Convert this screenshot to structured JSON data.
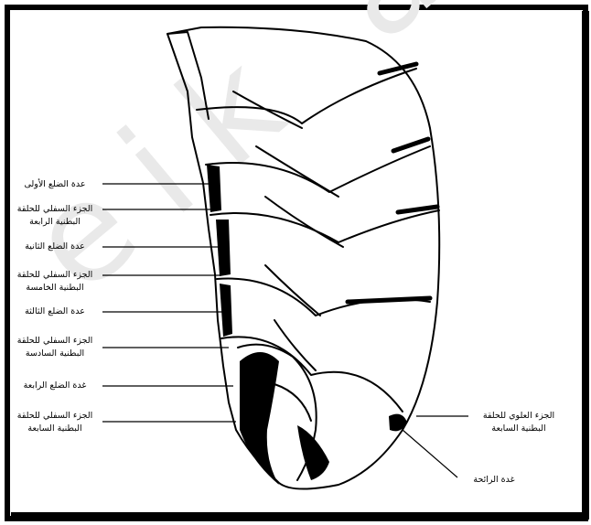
{
  "watermark": "eik a",
  "left_labels": [
    {
      "id": "first-rib-head",
      "lines": [
        "عدة الضلع الأولى"
      ]
    },
    {
      "id": "fourth-lumbar-lower-part",
      "lines": [
        "الجزء السفلي للحلقة",
        "البطنية الرابعة"
      ]
    },
    {
      "id": "second-rib-head",
      "lines": [
        "عدة الضلع الثانية"
      ]
    },
    {
      "id": "fifth-lumbar-lower-part",
      "lines": [
        "الجزء السفلي للحلقة",
        "البطنية الخامسة"
      ]
    },
    {
      "id": "third-rib-head",
      "lines": [
        "عدة الضلع الثالثة"
      ]
    },
    {
      "id": "sixth-lumbar-lower-part",
      "lines": [
        "الجزء السفلي للحلقة",
        "البطنية السادسة"
      ]
    },
    {
      "id": "fourth-rib-head",
      "lines": [
        "غدة الضلع الرابعة"
      ]
    },
    {
      "id": "seventh-lumbar-lower-part",
      "lines": [
        "الجزء السفلي للحلقة",
        "البطنية السابعة"
      ]
    }
  ],
  "right_labels": [
    {
      "id": "seventh-lumbar-upper-part",
      "lines": [
        "الجزء العلوي للحلقة",
        "البطنية السابعة"
      ]
    },
    {
      "id": "scent-gland",
      "lines": [
        "غدة الرائحة"
      ]
    }
  ]
}
